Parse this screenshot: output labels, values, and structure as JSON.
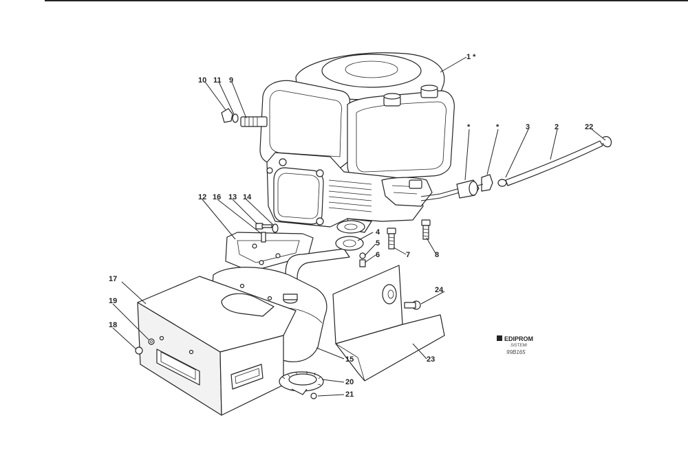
{
  "diagram": {
    "callouts": {
      "c1": "1 *",
      "c2": "2",
      "c3": "3",
      "c4": "4",
      "c5": "5",
      "c6": "6",
      "c7": "7",
      "c8": "8",
      "c9": "9",
      "c10": "10",
      "c11": "11",
      "c12": "12",
      "c13": "13",
      "c14": "14",
      "c15": "15",
      "c16": "16",
      "c17": "17",
      "c18": "18",
      "c19": "19",
      "c20": "20",
      "c21": "21",
      "c22": "22",
      "c23": "23",
      "c24": "24",
      "star_a": "*",
      "star_b": "*"
    },
    "logo": {
      "brand": "EDIPROM",
      "sub": "SISTEMI",
      "code": "99B165"
    }
  }
}
